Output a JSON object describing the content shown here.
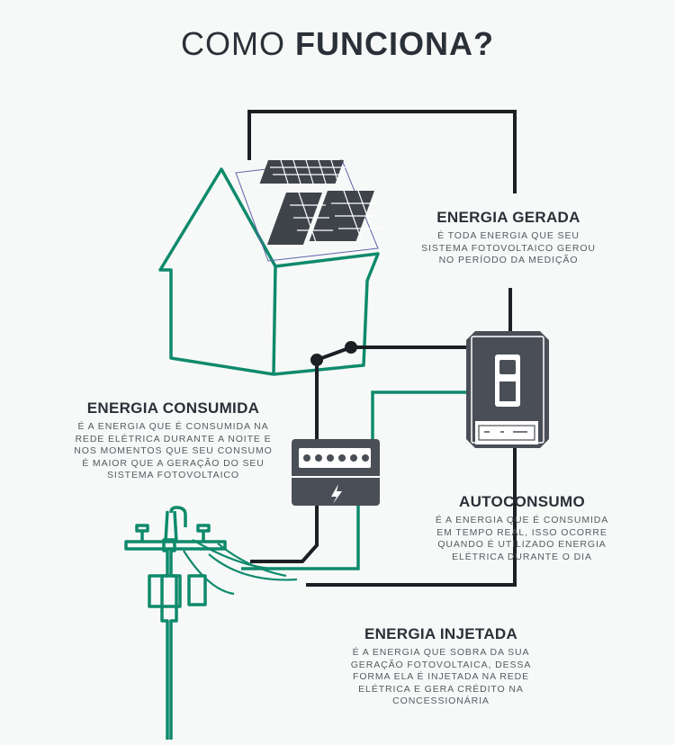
{
  "title": {
    "light": "COMO ",
    "bold": "FUNCIONA?"
  },
  "labels": {
    "gerada": {
      "title": "ENERGIA GERADA",
      "lines": [
        "É TODA ENERGIA QUE SEU",
        "SISTEMA FOTOVOLTAICO GEROU",
        "NO PERÍODO DA MEDIÇÃO"
      ]
    },
    "consumida": {
      "title": "ENERGIA CONSUMIDA",
      "lines": [
        "É A ENERGIA QUE É CONSUMIDA NA",
        "REDE ELÉTRICA DURANTE A NOITE E",
        "NOS MOMENTOS QUE SEU CONSUMO",
        "É MAIOR QUE A GERAÇÃO DO SEU",
        "SISTEMA FOTOVOLTAICO"
      ]
    },
    "autoconsumo": {
      "title": "AUTOCONSUMO",
      "lines": [
        "É A ENERGIA QUE É CONSUMIDA",
        "EM TEMPO REAL, ISSO OCORRE",
        "QUANDO É UTILIZADO ENERGIA",
        "ELÉTRICA DURANTE O DIA"
      ]
    },
    "injetada": {
      "title": "ENERGIA INJETADA",
      "lines": [
        "É A ENERGIA QUE SOBRA DA SUA",
        "GERAÇÃO FOTOVOLTAICA, DESSA",
        "FORMA ELA É INJETADA NA REDE",
        "ELÉTRICA E GERA CRÉDITO NA",
        "CONCESSIONÁRIA"
      ]
    }
  },
  "colors": {
    "green": "#0f8a6c",
    "dark": "#1c1f24",
    "meter": "#4a4f57",
    "text": "#2a3038"
  },
  "icons": {
    "meter": "lightning-bolt-icon",
    "panels": "solar-panel-icon",
    "inverter": "inverter-icon",
    "pole": "utility-pole-icon",
    "house": "house-icon"
  }
}
